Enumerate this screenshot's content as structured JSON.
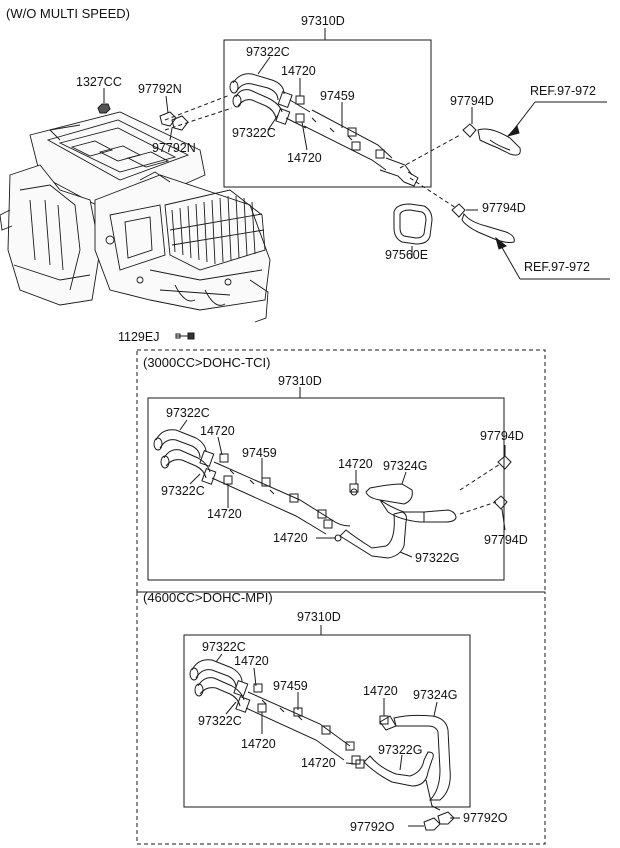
{
  "top": {
    "header": "(W/O MULTI SPEED)",
    "assembly": "97310D",
    "labels": {
      "l1327cc": "1327CC",
      "l97792n_a": "97792N",
      "l97792n_b": "97792N",
      "l97322c_a": "97322C",
      "l14720_a": "14720",
      "l97459": "97459",
      "l97322c_b": "97322C",
      "l14720_b": "14720",
      "l97794d_a": "97794D",
      "l97794d_b": "97794D",
      "l97560e": "97560E",
      "l1129ej": "1129EJ"
    },
    "refs": {
      "ref_a": "REF.97-972",
      "ref_b": "REF.97-972"
    }
  },
  "mid": {
    "header": "(3000CC>DOHC-TCI)",
    "assembly": "97310D",
    "labels": {
      "l97322c_a": "97322C",
      "l14720_a": "14720",
      "l97459": "97459",
      "l14720_b": "14720",
      "l97324g": "97324G",
      "l97794d_a": "97794D",
      "l97322c_b": "97322C",
      "l14720_c": "14720",
      "l14720_d": "14720",
      "l97322g": "97322G",
      "l97794d_b": "97794D"
    }
  },
  "bot": {
    "header": "(4600CC>DOHC-MPI)",
    "assembly": "97310D",
    "labels": {
      "l97322c_a": "97322C",
      "l14720_a": "14720",
      "l97459": "97459",
      "l14720_b": "14720",
      "l97324g": "97324G",
      "l97322c_b": "97322C",
      "l14720_c": "14720",
      "l97322g": "97322G",
      "l14720_d": "14720",
      "l97792o_a": "97792O",
      "l97792o_b": "97792O"
    }
  }
}
